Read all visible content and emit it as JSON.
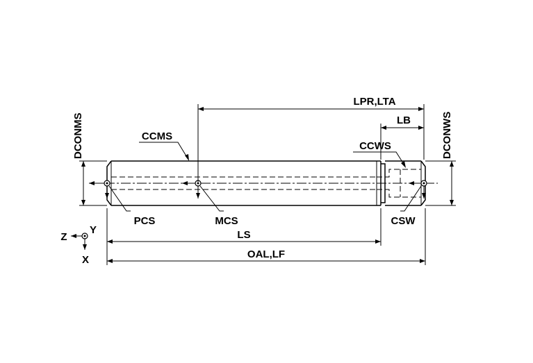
{
  "labels": {
    "dconms": "DCONMS",
    "dconws": "DCONWS",
    "lpr_lta": "LPR,LTA",
    "lb": "LB",
    "ccms": "CCMS",
    "ccws": "CCWS",
    "pcs": "PCS",
    "mcs": "MCS",
    "ls": "LS",
    "csw": "CSW",
    "oal_lf": "OAL,LF",
    "axis_z": "Z",
    "axis_y": "Y",
    "axis_x": "X"
  }
}
